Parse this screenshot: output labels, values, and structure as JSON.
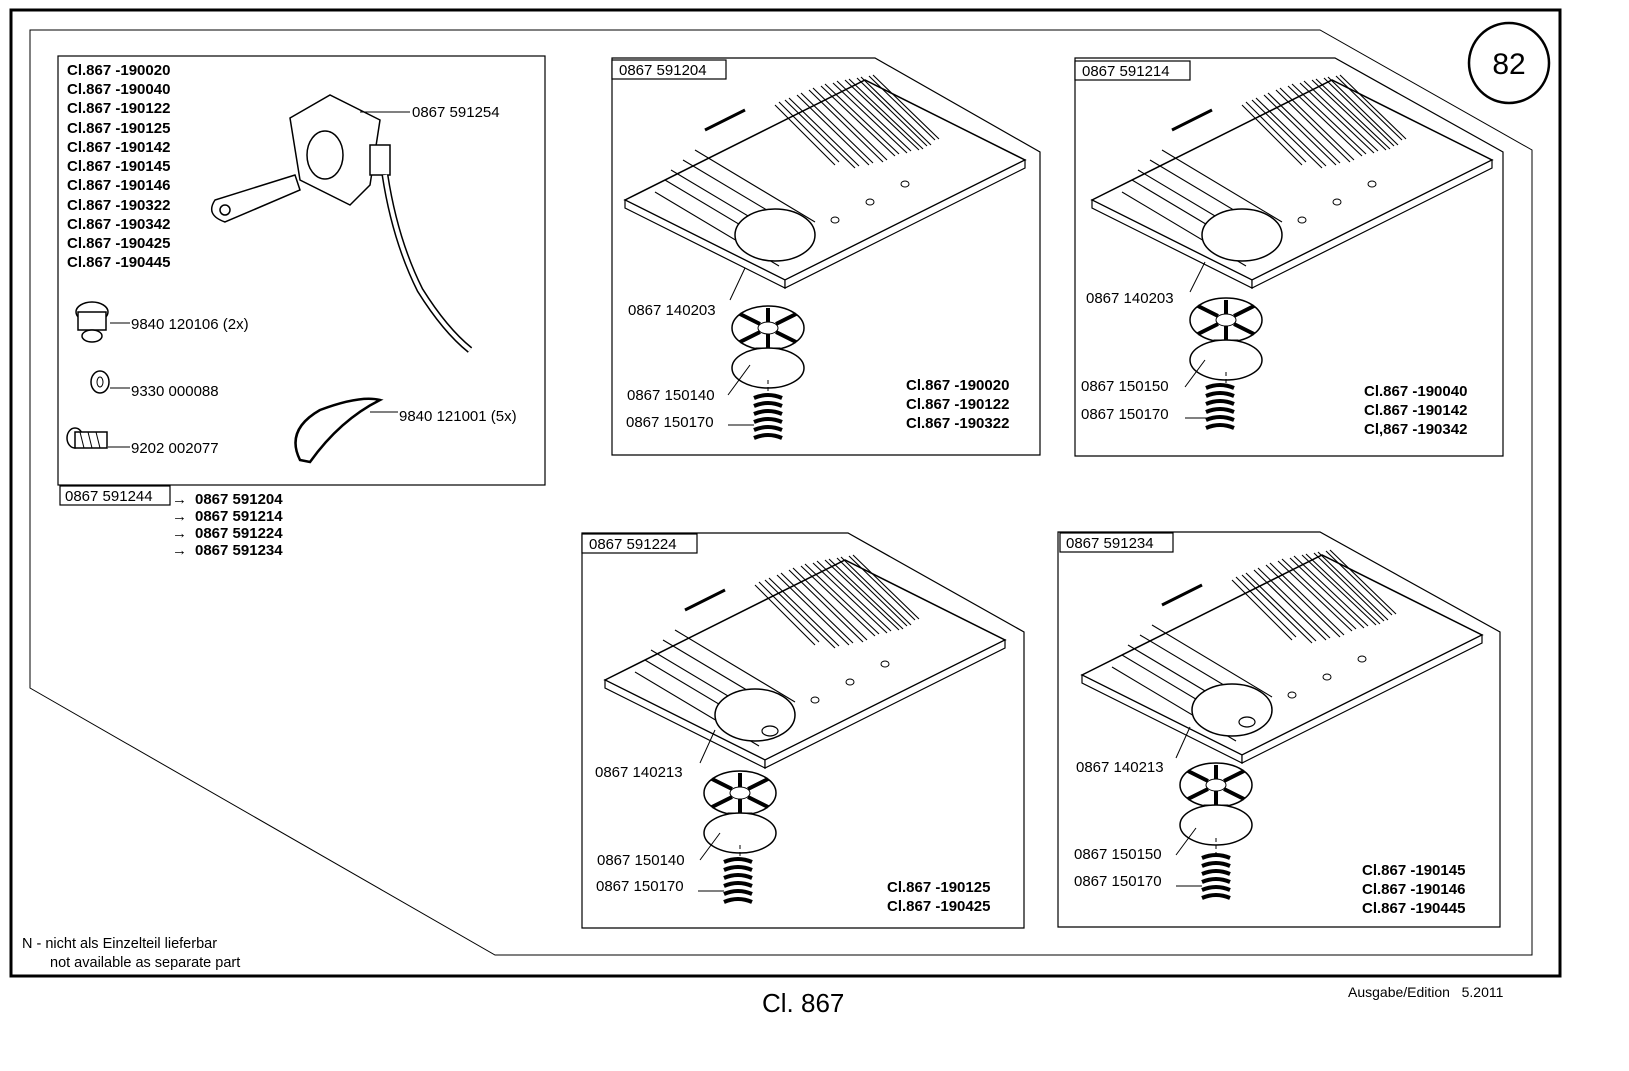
{
  "page_number": "82",
  "model_list": [
    "Cl.867 -190020",
    "Cl.867 -190040",
    "Cl.867 -190122",
    "Cl.867 -190125",
    "Cl.867 -190142",
    "Cl.867 -190145",
    "Cl.867 -190146",
    "Cl.867 -190322",
    "Cl.867 -190342",
    "Cl.867 -190425",
    "Cl.867 -190445"
  ],
  "kit": {
    "bracket": "0867 591254",
    "screw_plug": "9840 120106 (2x)",
    "washer": "9330 000088",
    "bolt": "9202 002077",
    "cable_tie": "9840 121001 (5x)",
    "box_label": "0867 591244",
    "refs": [
      "0867 591204",
      "0867 591214",
      "0867 591224",
      "0867 591234"
    ]
  },
  "panel1": {
    "title": "0867 591204",
    "plate": "0867 140203",
    "bobbin": "0867 150140",
    "spring": "0867 150170",
    "models": [
      "Cl.867 -190020",
      "Cl.867 -190122",
      "Cl.867 -190322"
    ]
  },
  "panel2": {
    "title": "0867 591214",
    "plate": "0867 140203",
    "bobbin": "0867 150150",
    "spring": "0867 150170",
    "models": [
      "Cl.867 -190040",
      "Cl.867 -190142",
      "Cl,867 -190342"
    ]
  },
  "panel3": {
    "title": "0867 591224",
    "plate": "0867 140213",
    "bobbin": "0867 150140",
    "spring": "0867 150170",
    "models": [
      "Cl.867 -190125",
      "Cl.867 -190425"
    ]
  },
  "panel4": {
    "title": "0867 591234",
    "plate": "0867 140213",
    "bobbin": "0867 150150",
    "spring": "0867 150170",
    "models": [
      "Cl.867 -190145",
      "Cl.867 -190146",
      "Cl.867 -190445"
    ]
  },
  "note": {
    "line1": "N - nicht als Einzelteil lieferbar",
    "line2": "not available as separate part"
  },
  "footer": {
    "model": "Cl. 867",
    "edition": "Ausgabe/Edition   5.2011"
  }
}
